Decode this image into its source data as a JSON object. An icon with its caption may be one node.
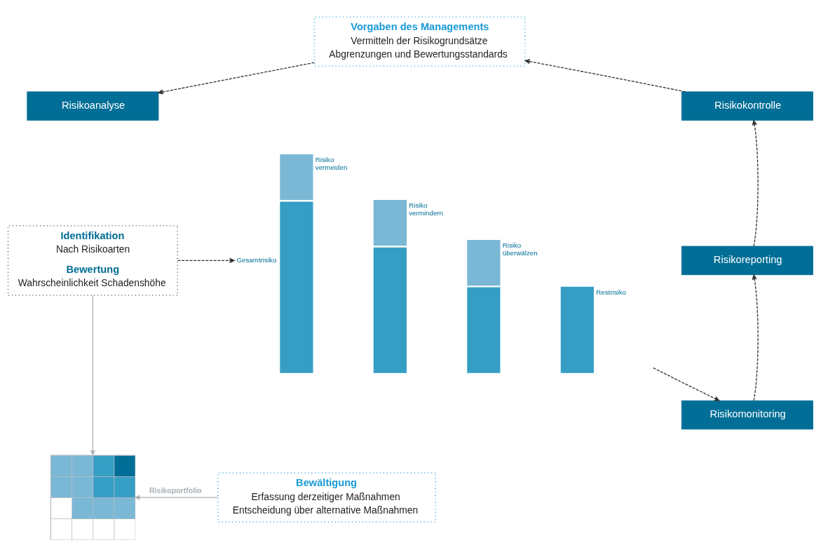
{
  "diagram": {
    "nodes": [
      {
        "text": [
          "Vorgaben des Managements",
          "Vermitteln der Risikogrundsätze",
          "Abgrenzungen und Bewertungsstandards"
        ]
      },
      {
        "text": [
          "Risikoanalyse"
        ]
      },
      {
        "text": [
          "Identifikation",
          "Nach Risikoarten",
          "Bewertung",
          "Wahrscheinlichkeit Schadenshöhe"
        ]
      },
      {
        "text": [
          "Gesamtrisiko",
          "Risiko vermeiden",
          "Risiko vermindern",
          "Risiko überwälzen",
          "Restrisiko"
        ]
      },
      {
        "text": [
          "Risikokontrolle"
        ]
      },
      {
        "text": [
          "Risikoreporting"
        ]
      },
      {
        "text": [
          "Risikomonitoring"
        ]
      },
      {
        "text": [],
        "shape": "picture"
      },
      {
        "text": [
          "Bewältigung",
          "Erfassung derzeitiger Maßnahmen",
          "Entscheidung über alternative Maßnahmen"
        ]
      }
    ],
    "edges": [
      {
        "from": 0,
        "to": 1,
        "arrow": "to",
        "style": "dashed"
      },
      {
        "from": 2,
        "to": 3,
        "arrow": "to",
        "style": "dashed"
      },
      {
        "from": 3,
        "to": 6,
        "arrow": "to",
        "style": "dashed"
      },
      {
        "from": 6,
        "to": 5,
        "arrow": "to",
        "style": "dashed"
      },
      {
        "from": 5,
        "to": 4,
        "arrow": "to",
        "style": "dashed"
      },
      {
        "from": 4,
        "to": 0,
        "arrow": "to",
        "style": "dashed"
      },
      {
        "from": 2,
        "to": 7,
        "arrow": "to",
        "color": "#a9b0b5"
      },
      {
        "from": 8,
        "to": 7,
        "arrow": "to",
        "color": "#a9b0b5",
        "label": "Risikoportfolio"
      }
    ]
  }
}
